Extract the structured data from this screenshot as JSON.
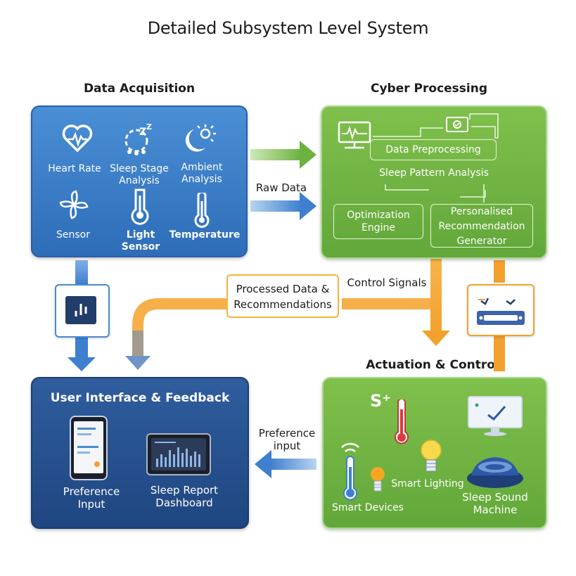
{
  "title": "Detailed Subsystem Level System",
  "colors": {
    "blue_panel": "#3b7fcc",
    "navy_panel": "#25508c",
    "green_panel": "#6cb240",
    "orange_arrow": "#f5a623",
    "blue_arrow": "#3e7fcf",
    "green_arrow": "#7cc24f"
  },
  "data_acquisition": {
    "heading": "Data Acquisition",
    "items": [
      {
        "label": "Heart Rate",
        "icon": "heart-pulse-icon"
      },
      {
        "label": "Sleep Stage\nAnalysis",
        "icon": "sleep-zzz-icon"
      },
      {
        "label": "Ambient\nAnalysis",
        "icon": "moon-sun-icon"
      },
      {
        "label": "Sensor",
        "icon": "pinwheel-sensor-icon"
      },
      {
        "label": "Light\nSensor",
        "icon": "light-sensor-icon"
      },
      {
        "label": "Temperature",
        "icon": "thermometer-icon"
      }
    ]
  },
  "cyber_processing": {
    "heading": "Cyber Processing",
    "preprocessing": "Data Preprocessing",
    "analysis": "Sleep Pattern Analysis",
    "optimization": "Optimization\nEngine",
    "recommendation": "Personalised\nRecommendation\nGenerator"
  },
  "user_interface": {
    "heading": "User Interface & Feedback",
    "preference": "Preference\nInput",
    "dashboard": "Sleep Report\nDashboard"
  },
  "actuation": {
    "heading": "Actuation & Control",
    "smart_devices": "Smart Devices",
    "smart_lighting": "Smart Lighting",
    "sound_machine": "Sleep Sound\nMachine",
    "s_mark": "S⁺"
  },
  "flows": {
    "raw_data": "Raw Data",
    "processed": "Processed Data &\nRecommendations",
    "control_signals": "Control Signals",
    "preference_input": "Preference\ninput"
  }
}
